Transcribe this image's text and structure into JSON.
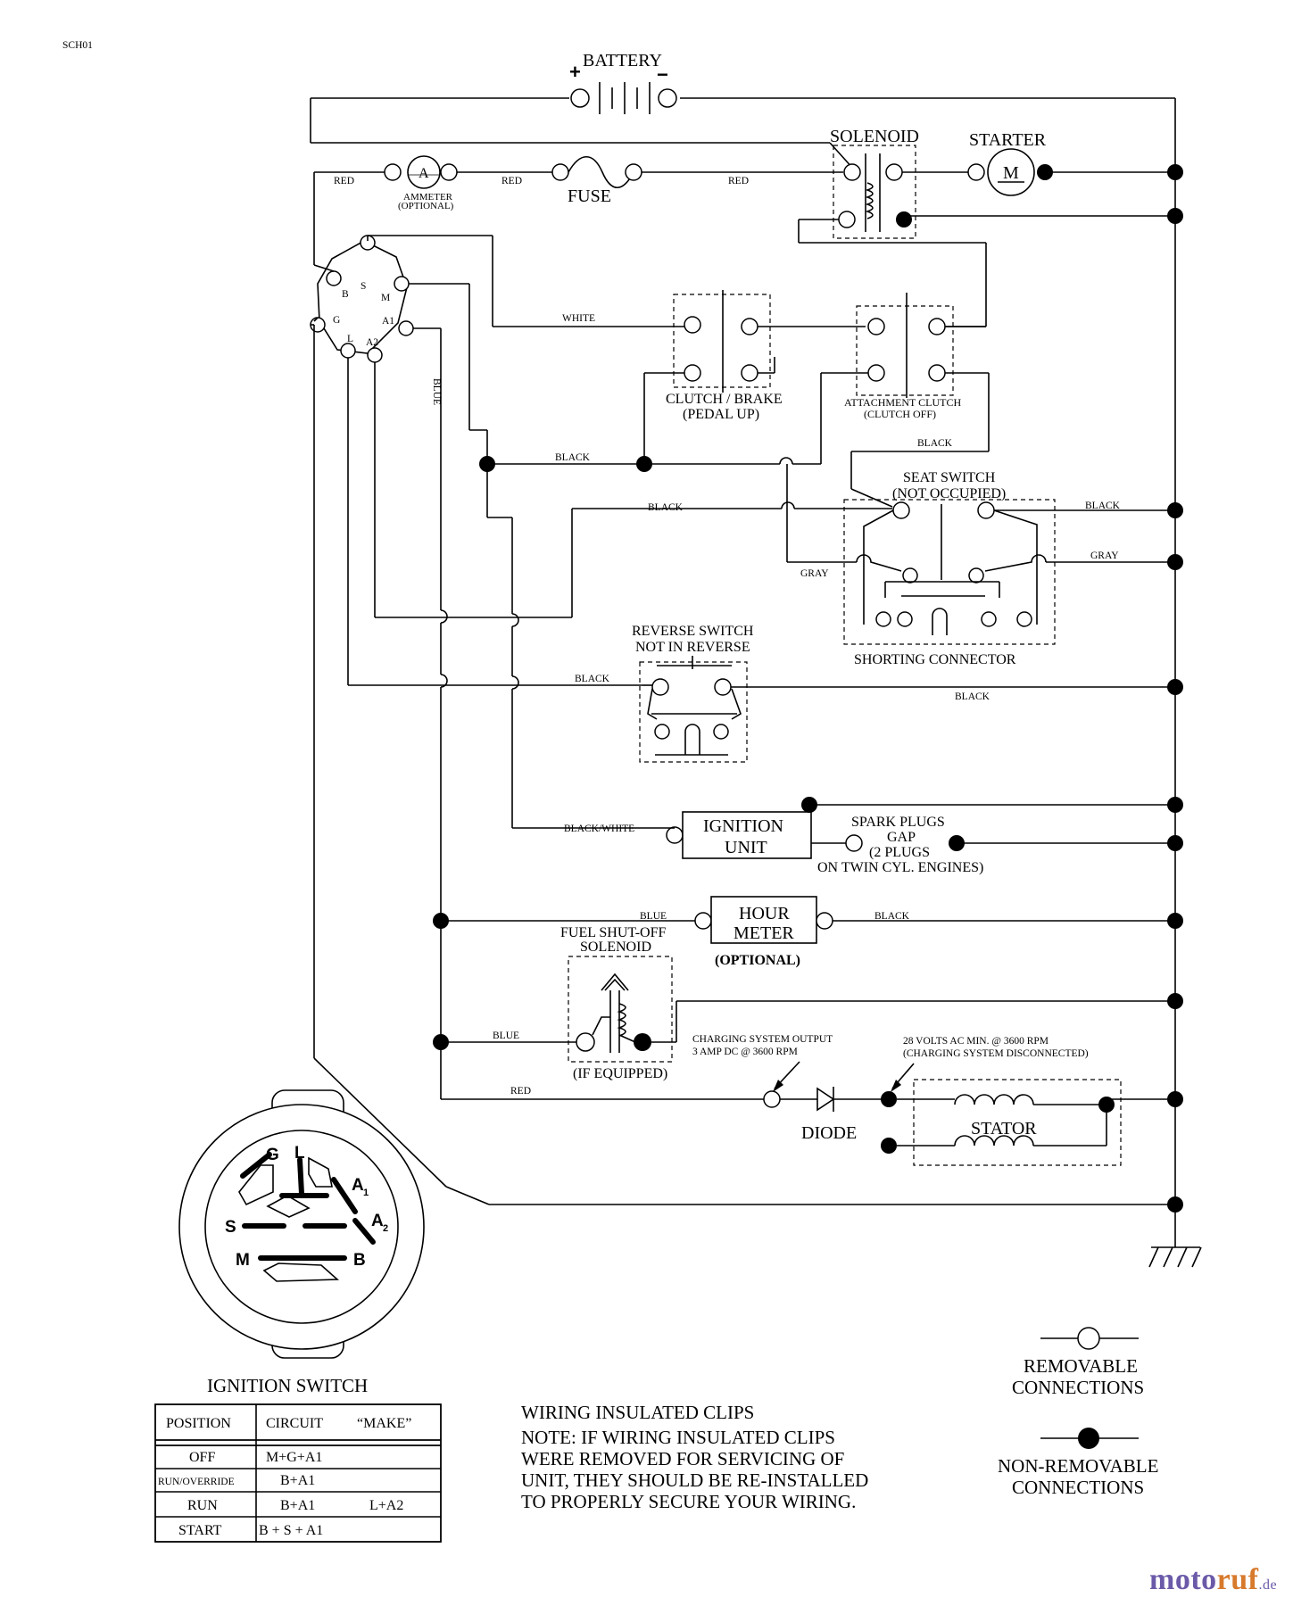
{
  "code": "SCH01",
  "components": {
    "battery": "BATTERY",
    "battery_plus": "+",
    "battery_minus": "−",
    "solenoid": "SOLENOID",
    "starter": "STARTER",
    "starter_symbol": "M",
    "ammeter_symbol": "A",
    "ammeter_line1": "AMMETER",
    "ammeter_line2": "(OPTIONAL)",
    "fuse": "FUSE",
    "clutch_brake_line1": "CLUTCH / BRAKE",
    "clutch_brake_line2": "(PEDAL UP)",
    "attachment_clutch_line1": "ATTACHMENT CLUTCH",
    "attachment_clutch_line2": "(CLUTCH OFF)",
    "seat_switch_line1": "SEAT SWITCH",
    "seat_switch_line2": "(NOT OCCUPIED)",
    "shorting_connector": "SHORTING CONNECTOR",
    "reverse_switch_line1": "REVERSE SWITCH",
    "reverse_switch_line2": "NOT IN REVERSE",
    "ignition_unit_line1": "IGNITION",
    "ignition_unit_line2": "UNIT",
    "spark_plugs_line1": "SPARK PLUGS",
    "spark_plugs_line2": "GAP",
    "spark_plugs_line3": "(2 PLUGS",
    "spark_plugs_line4": "ON TWIN CYL. ENGINES)",
    "hour_meter_line1": "HOUR",
    "hour_meter_line2": "METER",
    "hour_meter_optional": "(OPTIONAL)",
    "fuel_solenoid_line1": "FUEL SHUT-OFF",
    "fuel_solenoid_line2": "SOLENOID",
    "fuel_solenoid_note": "(IF EQUIPPED)",
    "charging_output_line1": "CHARGING SYSTEM OUTPUT",
    "charging_output_line2": "3 AMP DC @ 3600 RPM",
    "stator_spec_line1": "28 VOLTS AC MIN. @ 3600 RPM",
    "stator_spec_line2": "(CHARGING SYSTEM DISCONNECTED)",
    "diode": "DIODE",
    "stator": "STATOR"
  },
  "ignition_terminals": [
    "B",
    "S",
    "M",
    "G",
    "A1",
    "L",
    "A2"
  ],
  "switch_face_labels": {
    "g": "G",
    "l": "L",
    "a1": "A",
    "a1_sub": "1",
    "a2": "A",
    "a2_sub": "2",
    "s": "S",
    "m": "M",
    "b": "B"
  },
  "wires": {
    "red1": "RED",
    "red2": "RED",
    "red3": "RED",
    "red4": "RED",
    "white": "WHITE",
    "blue_vertical": "BLUE",
    "black_clutch": "BLACK",
    "black_attach": "BLACK",
    "black_seat": "BLACK",
    "black_seat_right": "BLACK",
    "gray_left": "GRAY",
    "gray_right": "GRAY",
    "black_reverse_left": "BLACK",
    "black_reverse_right": "BLACK",
    "black_white": "BLACK/WHITE",
    "blue_hour": "BLUE",
    "black_hour": "BLACK",
    "blue_fuel": "BLUE"
  },
  "ignition_switch": {
    "title": "IGNITION SWITCH",
    "headers": [
      "POSITION",
      "CIRCUIT",
      "“MAKE”"
    ],
    "rows": [
      {
        "position": "OFF",
        "circuit": "M+G+A1",
        "extra": ""
      },
      {
        "position": "RUN/OVERRIDE",
        "circuit": "B+A1",
        "extra": ""
      },
      {
        "position": "RUN",
        "circuit": "B+A1",
        "extra": "L+A2"
      },
      {
        "position": "START",
        "circuit": "B + S + A1",
        "extra": ""
      }
    ]
  },
  "note": {
    "title": "WIRING INSULATED CLIPS",
    "lines": [
      "NOTE:  IF WIRING INSULATED CLIPS",
      "WERE REMOVED FOR SERVICING OF",
      "UNIT, THEY SHOULD BE RE-INSTALLED",
      "TO PROPERLY SECURE YOUR WIRING."
    ]
  },
  "legend": {
    "removable_line1": "REMOVABLE",
    "removable_line2": "CONNECTIONS",
    "nonremovable_line1": "NON-REMOVABLE",
    "nonremovable_line2": "CONNECTIONS"
  },
  "logo": {
    "part1": "moto",
    "part2": "ruf",
    "part3": ".de"
  }
}
